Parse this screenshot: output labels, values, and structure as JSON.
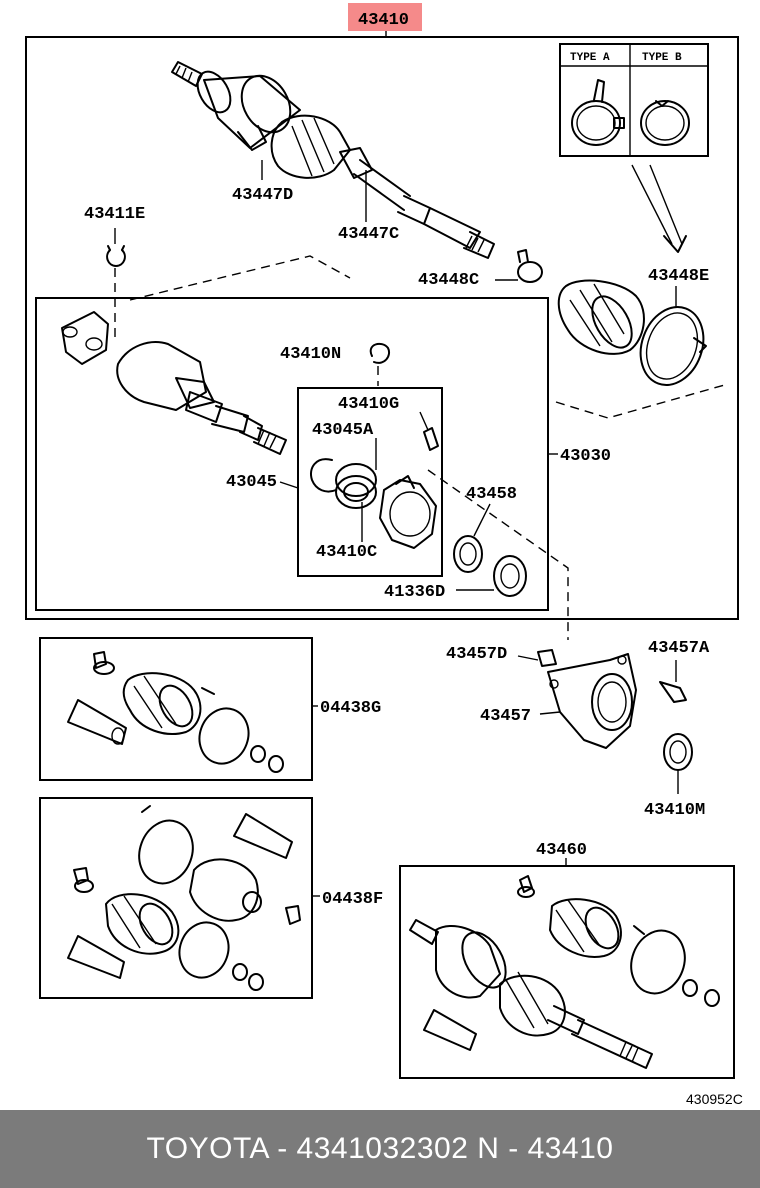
{
  "diagram": {
    "top_code": "43410",
    "top_code_highlight": "#f58a8a",
    "type_a": "TYPE A",
    "type_b": "TYPE B",
    "labels": {
      "p43447D": "43447D",
      "p43447C": "43447C",
      "p43411E": "43411E",
      "p43448C": "43448C",
      "p43448E": "43448E",
      "p43410N": "43410N",
      "p43410G": "43410G",
      "p43045A": "43045A",
      "p43045": "43045",
      "p43030": "43030",
      "p43458": "43458",
      "p43410C": "43410C",
      "p41336D": "41336D",
      "p43457D": "43457D",
      "p43457A": "43457A",
      "p43457": "43457",
      "p43410M": "43410M",
      "p04438G": "04438G",
      "p04438F": "04438F",
      "p43460": "43460"
    },
    "drawing_code": "430952C"
  },
  "footer": {
    "text": "TOYOTA - 4341032302     N - 43410",
    "background": "#7b7b7b"
  }
}
